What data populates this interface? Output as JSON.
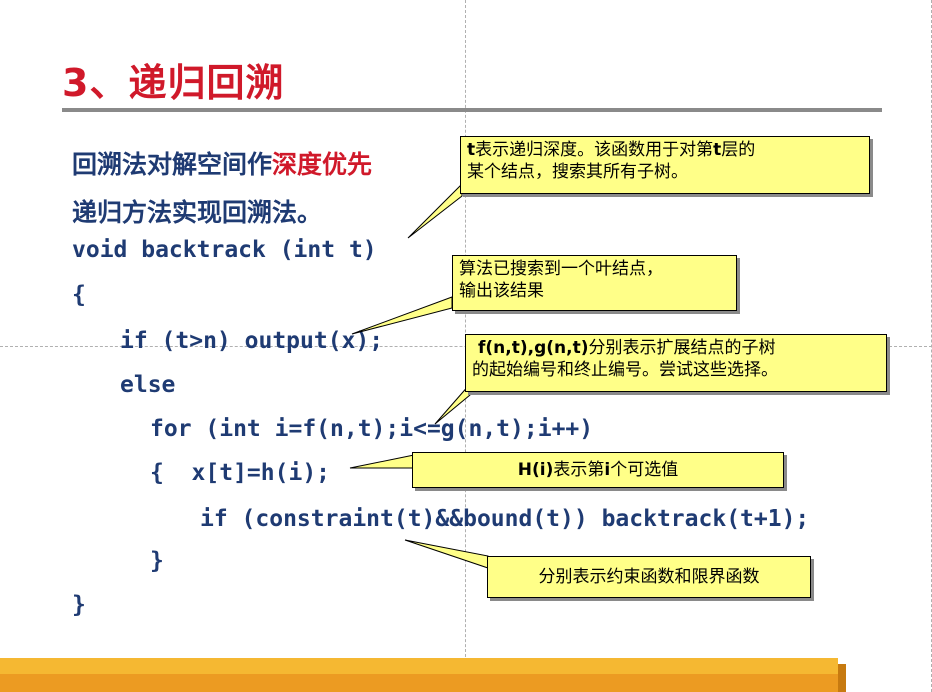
{
  "title": "3、递归回溯",
  "intro": {
    "line1_a": "回溯法对解空间作",
    "line1_highlight": "深度优先",
    "line2": "递归方法实现回溯法。"
  },
  "code": {
    "line1": "void backtrack (int t)",
    "line2": "{",
    "line3": "if (t>n) output(x);",
    "line4": "else",
    "line5": "for (int i=f(n,t);i<=g(n,t);i++)",
    "line6": "{  x[t]=h(i);",
    "line7": "if (constraint(t)&&bound(t)) backtrack(t+1);",
    "line8": "}",
    "line9": "}"
  },
  "callouts": {
    "depth_line1_bold": "t",
    "depth_line1": "表示递归深度。该函数用于对第",
    "depth_line1_bold2": "t",
    "depth_line1_end": "层的",
    "depth_line2": "某个结点，搜索其所有子树。",
    "leaf_line1": "算法已搜索到一个叶结点，",
    "leaf_line2": "输出该结果",
    "range_line1_bold": "f(n,t),g(n,t)",
    "range_line1": "分别表示扩展结点的子树",
    "range_line2": "的起始编号和终止编号。尝试这些选择。",
    "value_bold": "H(i)",
    "value_text": "表示第",
    "value_bold2": "i",
    "value_text2": "个可选值",
    "constraint": "分别表示约束函数和限界函数"
  },
  "colors": {
    "title": "#d0192a",
    "text": "#1f3b73",
    "callout_bg": "#ffff88",
    "bar_light": "#f5b832",
    "bar_dark": "#ec9b22"
  }
}
